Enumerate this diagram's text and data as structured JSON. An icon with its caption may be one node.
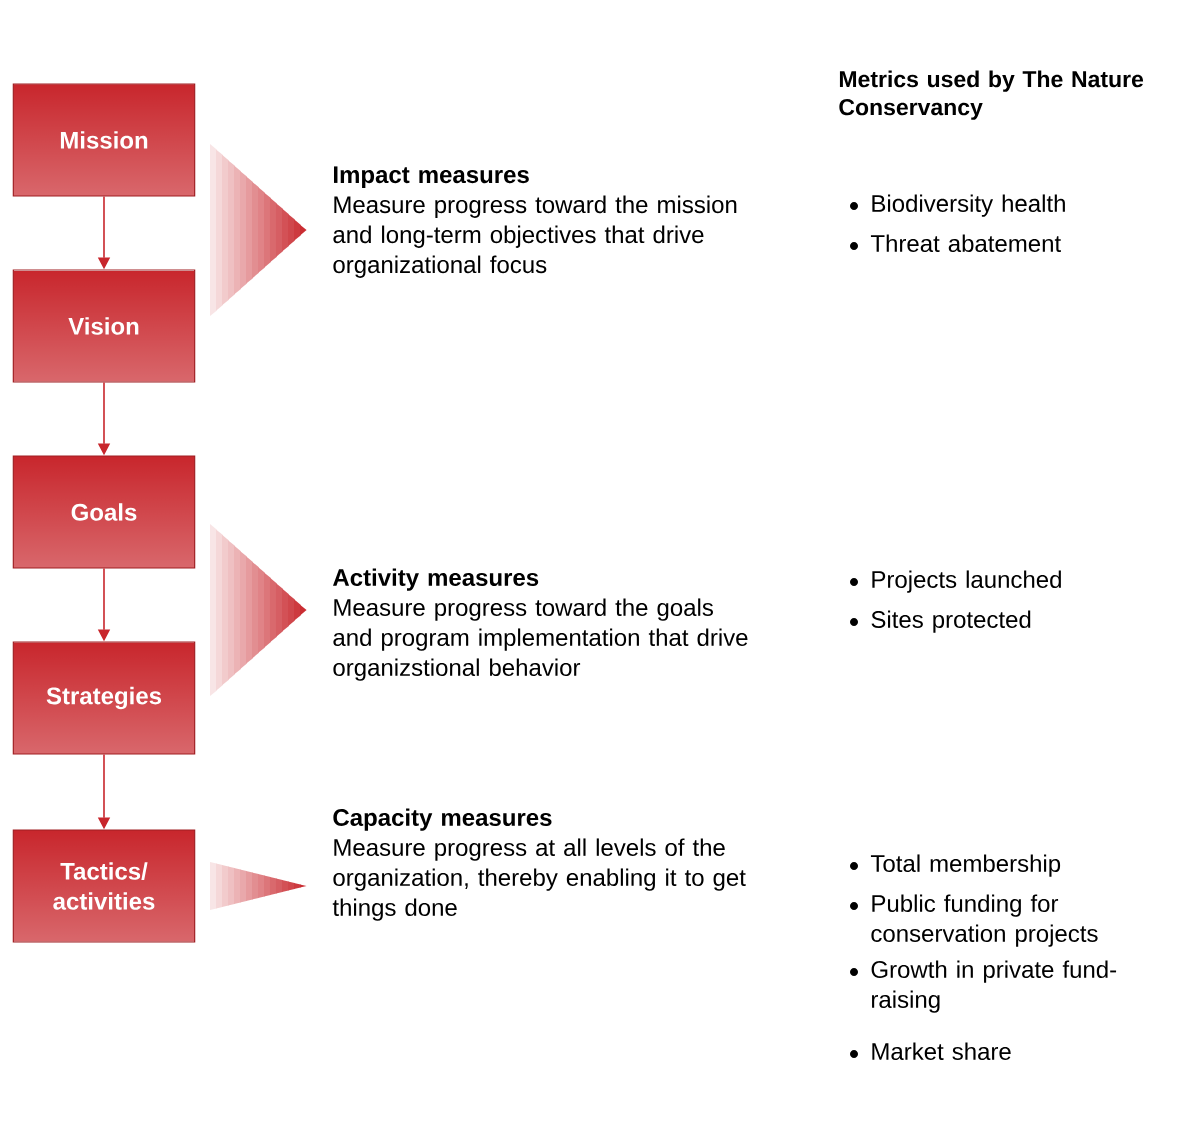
{
  "diagram": {
    "nodes": [
      {
        "text": [
          "Mission"
        ]
      },
      {
        "text": [
          "Vision"
        ]
      },
      {
        "text": [
          "Goals"
        ]
      },
      {
        "text": [
          "Strategies"
        ]
      },
      {
        "text": [
          "Tactics/ activities"
        ]
      },
      {
        "text": [
          "Impact measures",
          "Measure progress toward the mission and long-term objectives that drive organizational focus"
        ]
      },
      {
        "text": [
          "Activity measures",
          "Measure progress toward the goals and program implementation that drive organizstional behavior"
        ]
      },
      {
        "text": [
          "Capacity measures",
          "Measure progress at all levels of the organization, thereby enabling it to get things done"
        ]
      }
    ],
    "edges": [
      {
        "from": 0,
        "to": 1,
        "arrow": "to"
      },
      {
        "from": 1,
        "to": 2,
        "arrow": "to"
      },
      {
        "from": 2,
        "to": 3,
        "arrow": "to"
      },
      {
        "from": 3,
        "to": 4,
        "arrow": "to"
      }
    ],
    "labels": [
      "Metrics used by The Nature Conservancy",
      "Biodiversity health",
      "Threat abatement",
      "Projects launched",
      "Sites protected",
      "Total membership",
      "Public funding for conservation projects",
      "Growth in private fund-raising",
      "Market share"
    ]
  }
}
